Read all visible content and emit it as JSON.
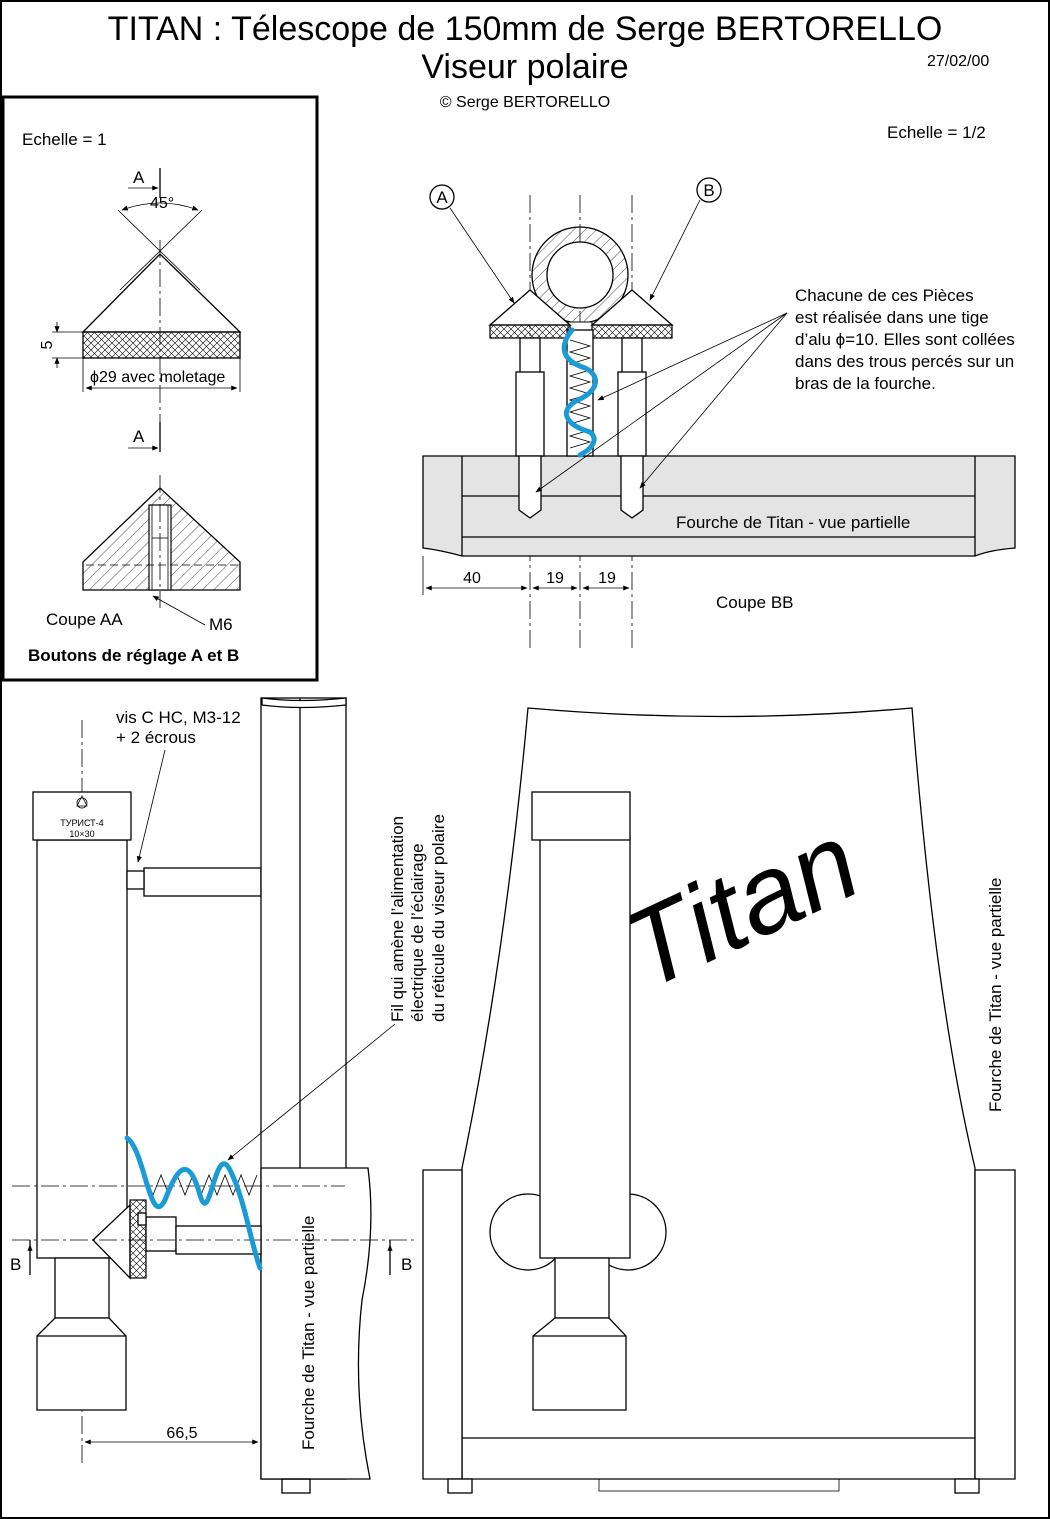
{
  "header": {
    "title_line1": "TITAN : Télescope de 150mm de Serge BERTORELLO",
    "title_line2": "Viseur polaire",
    "date": "27/02/00",
    "copyright": "© Serge BERTORELLO"
  },
  "inset": {
    "scale": "Echelle = 1",
    "section_a_top": "A",
    "section_a_bottom": "A",
    "angle": "45°",
    "height_dim": "5",
    "diameter_dim": "ϕ29 avec moletage",
    "section_label": "Coupe AA",
    "thread_label": "M6",
    "caption": "Boutons de réglage A et B"
  },
  "section_bb": {
    "scale": "Echelle = 1/2",
    "callout_a": "A",
    "callout_b": "B",
    "note": [
      "Chacune de ces Pièces",
      "est réalisée dans une tige",
      "d’alu ϕ=10. Elles sont collées",
      "dans des trous percés sur un",
      "bras de la fourche."
    ],
    "fork_label": "Fourche de Titan - vue partielle",
    "dim_1": "40",
    "dim_2": "19",
    "dim_3": "19",
    "section_label": "Coupe BB"
  },
  "side_view": {
    "screw_note_1": "vis C HC, M3-12",
    "screw_note_2": "+ 2 écrous",
    "scope_label_1": "ТУРИСТ-4",
    "scope_label_2": "10×30",
    "wire_note": [
      "Fil qui amène l’alimentation",
      "électrique de l’éclairage",
      "du réticule du viseur polaire"
    ],
    "section_b_left": "B",
    "section_b_right": "B",
    "fork_label": "Fourche de Titan - vue partielle",
    "dim": "66,5"
  },
  "front_view": {
    "logo_text": "Titan",
    "fork_label": "Fourche de Titan - vue partielle"
  },
  "colors": {
    "wire": "#1a9ad6",
    "logo": "#6cb4e4",
    "fork_fill": "#e4e4e4"
  }
}
